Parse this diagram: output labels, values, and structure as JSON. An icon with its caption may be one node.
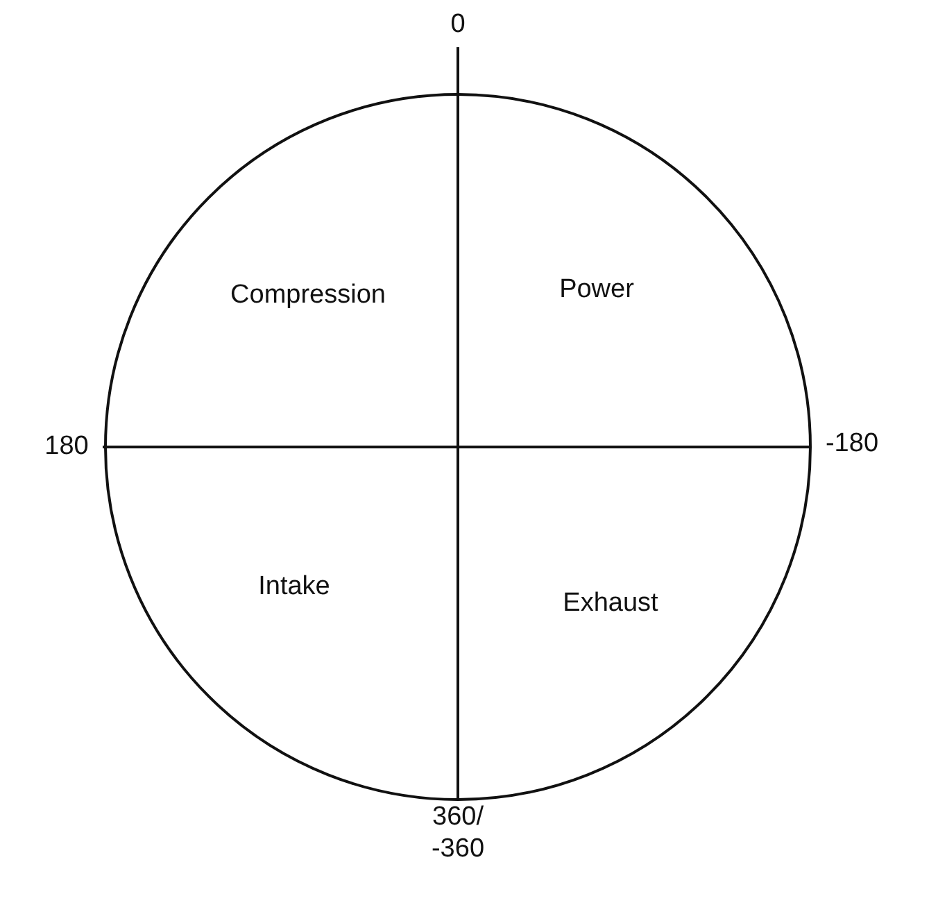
{
  "diagram": {
    "labels": [
      "0",
      "Compression",
      "Power",
      "180",
      "-180",
      "Intake",
      "Exhaust",
      "360/ -360"
    ]
  }
}
